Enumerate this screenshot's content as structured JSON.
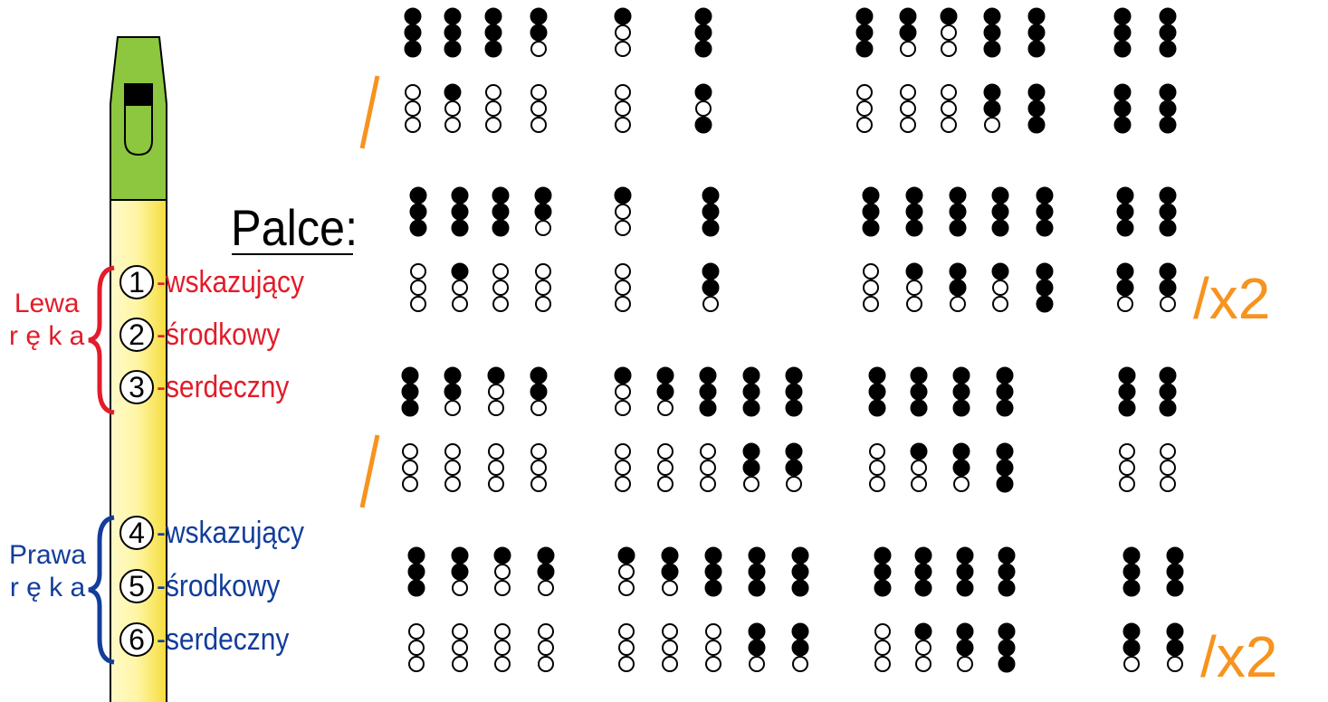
{
  "colors": {
    "left_hand": "#e21c2a",
    "right_hand": "#123d9b",
    "accent": "#f7931e",
    "mouthpiece": "#8dc63f",
    "body_gradient": [
      "#fff9c8",
      "#f6dd3c"
    ]
  },
  "legend": {
    "title": "Palce:",
    "left_hand": {
      "label_line1": "Lewa",
      "label_line2": "r ę k a",
      "fingers": [
        {
          "num": "1",
          "name": "-wskazujący"
        },
        {
          "num": "2",
          "name": "-środkowy"
        },
        {
          "num": "3",
          "name": "-serdeczny"
        }
      ]
    },
    "right_hand": {
      "label_line1": "Prawa",
      "label_line2": "r ę k a",
      "fingers": [
        {
          "num": "4",
          "name": "-wskazujący"
        },
        {
          "num": "5",
          "name": "-środkowy"
        },
        {
          "num": "6",
          "name": "-serdeczny"
        }
      ]
    }
  },
  "notation": {
    "repeat_marks": [
      "/x2",
      "/x2"
    ],
    "rows": [
      {
        "slash": true,
        "repeat": false,
        "groups": [
          [
            "111000",
            "111100",
            "111000",
            "110000"
          ],
          [
            "100000"
          ],
          [
            "111101"
          ],
          [
            "111000",
            "110000",
            "100000",
            "111110",
            "111111"
          ],
          [
            "111111",
            "111111"
          ]
        ]
      },
      {
        "slash": false,
        "repeat": true,
        "groups": [
          [
            "111000",
            "111100",
            "111000",
            "110000"
          ],
          [
            "100000"
          ],
          [
            "111110"
          ],
          [
            "111000",
            "111100",
            "111110",
            "111100",
            "111111"
          ],
          [
            "111110",
            "111110"
          ]
        ]
      },
      {
        "slash": true,
        "repeat": false,
        "groups": [
          [
            "111000",
            "110000",
            "100000",
            "110000"
          ],
          [
            "100000",
            "110000",
            "111000",
            "111110",
            "111110"
          ],
          [
            "111000",
            "111100",
            "111110",
            "111111"
          ],
          [
            "111000",
            "111000"
          ]
        ]
      },
      {
        "slash": false,
        "repeat": true,
        "groups": [
          [
            "111000",
            "110000",
            "100000",
            "110000"
          ],
          [
            "100000",
            "110000",
            "111000",
            "111110",
            "111110"
          ],
          [
            "111000",
            "111100",
            "111110",
            "111111"
          ],
          [
            "111110",
            "111110"
          ]
        ]
      }
    ]
  }
}
